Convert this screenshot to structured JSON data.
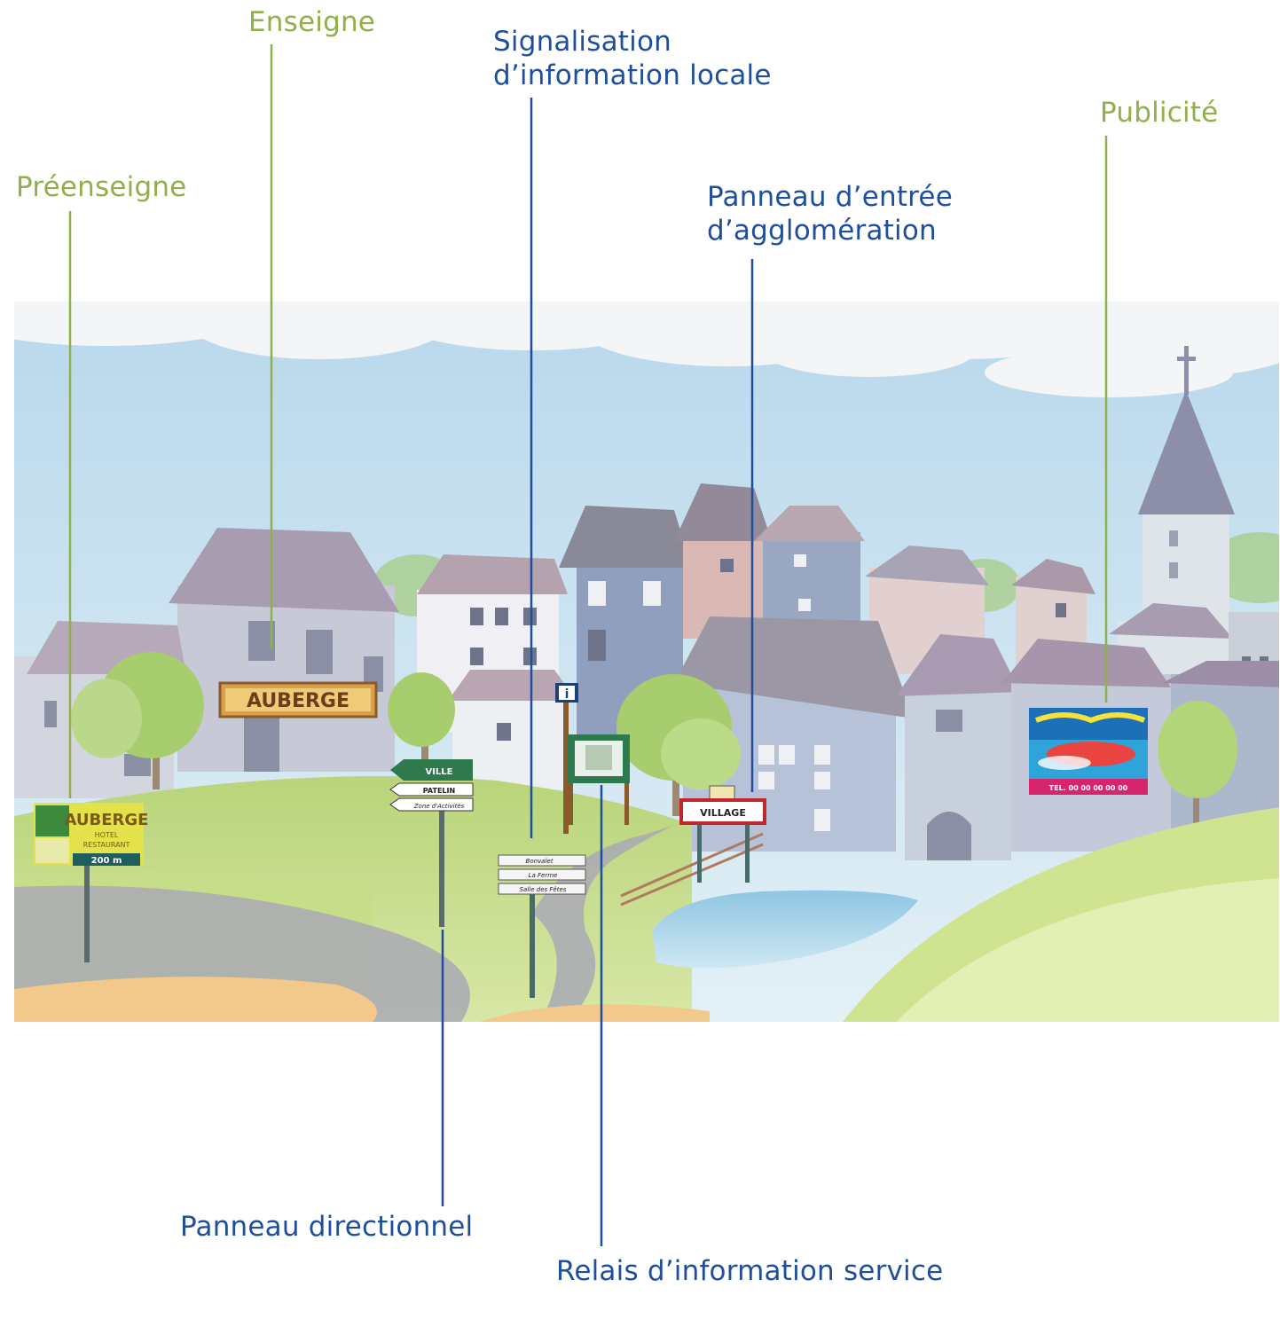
{
  "labels": {
    "preenseigne": "Préenseigne",
    "enseigne": "Enseigne",
    "signalisation_line1": "Signalisation",
    "signalisation_line2": "d’information locale",
    "publicite": "Publicité",
    "entree_line1": "Panneau d’entrée",
    "entree_line2": "d’agglomération",
    "directionnel": "Panneau directionnel",
    "relais": "Relais d’information service"
  },
  "signs": {
    "auberge_enseigne": "AUBERGE",
    "auberge_preenseigne": "AUBERGE",
    "preenseigne_sub1": "HOTEL",
    "preenseigne_sub2": "RESTAURANT",
    "preenseigne_distance": "200 m",
    "dir_ville": "VILLE",
    "dir_patelin": "PATELIN",
    "dir_zone": "Zone d'Activités",
    "sil_1": "Bonvalet",
    "sil_2": "La Ferme",
    "sil_3": "Salle des Fêtes",
    "village": "VILLAGE",
    "pub_phone": "TEL. 00 00 00 00 00"
  },
  "colors": {
    "green_label": "#8fb04a",
    "blue_label": "#1f4f9c"
  }
}
